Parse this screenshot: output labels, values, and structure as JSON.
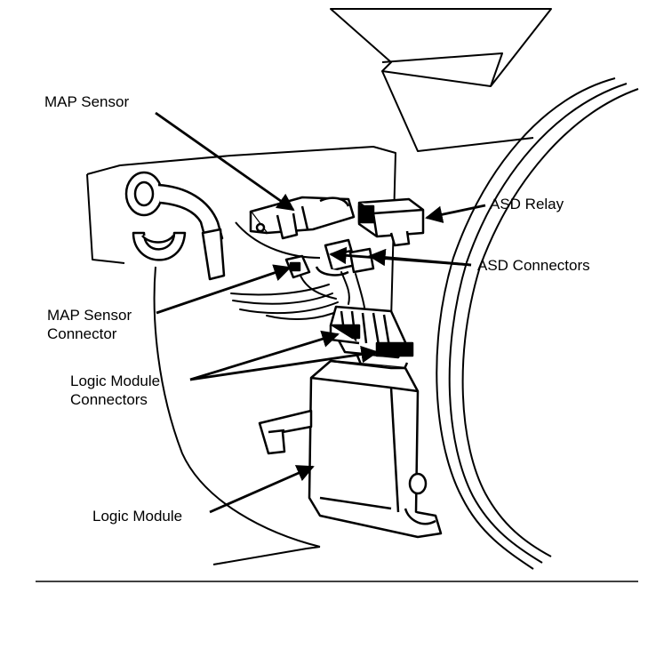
{
  "labels": {
    "map_sensor": "MAP Sensor",
    "asd_relay": "ASD Relay",
    "asd_connectors": "ASD Connectors",
    "map_sensor_connector_line1": "MAP Sensor",
    "map_sensor_connector_line2": "Connector",
    "logic_module_connectors_line1": "Logic Module",
    "logic_module_connectors_line2": "Connectors",
    "logic_module": "Logic Module"
  },
  "colors": {
    "ink": "#000000",
    "paper": "#ffffff"
  }
}
